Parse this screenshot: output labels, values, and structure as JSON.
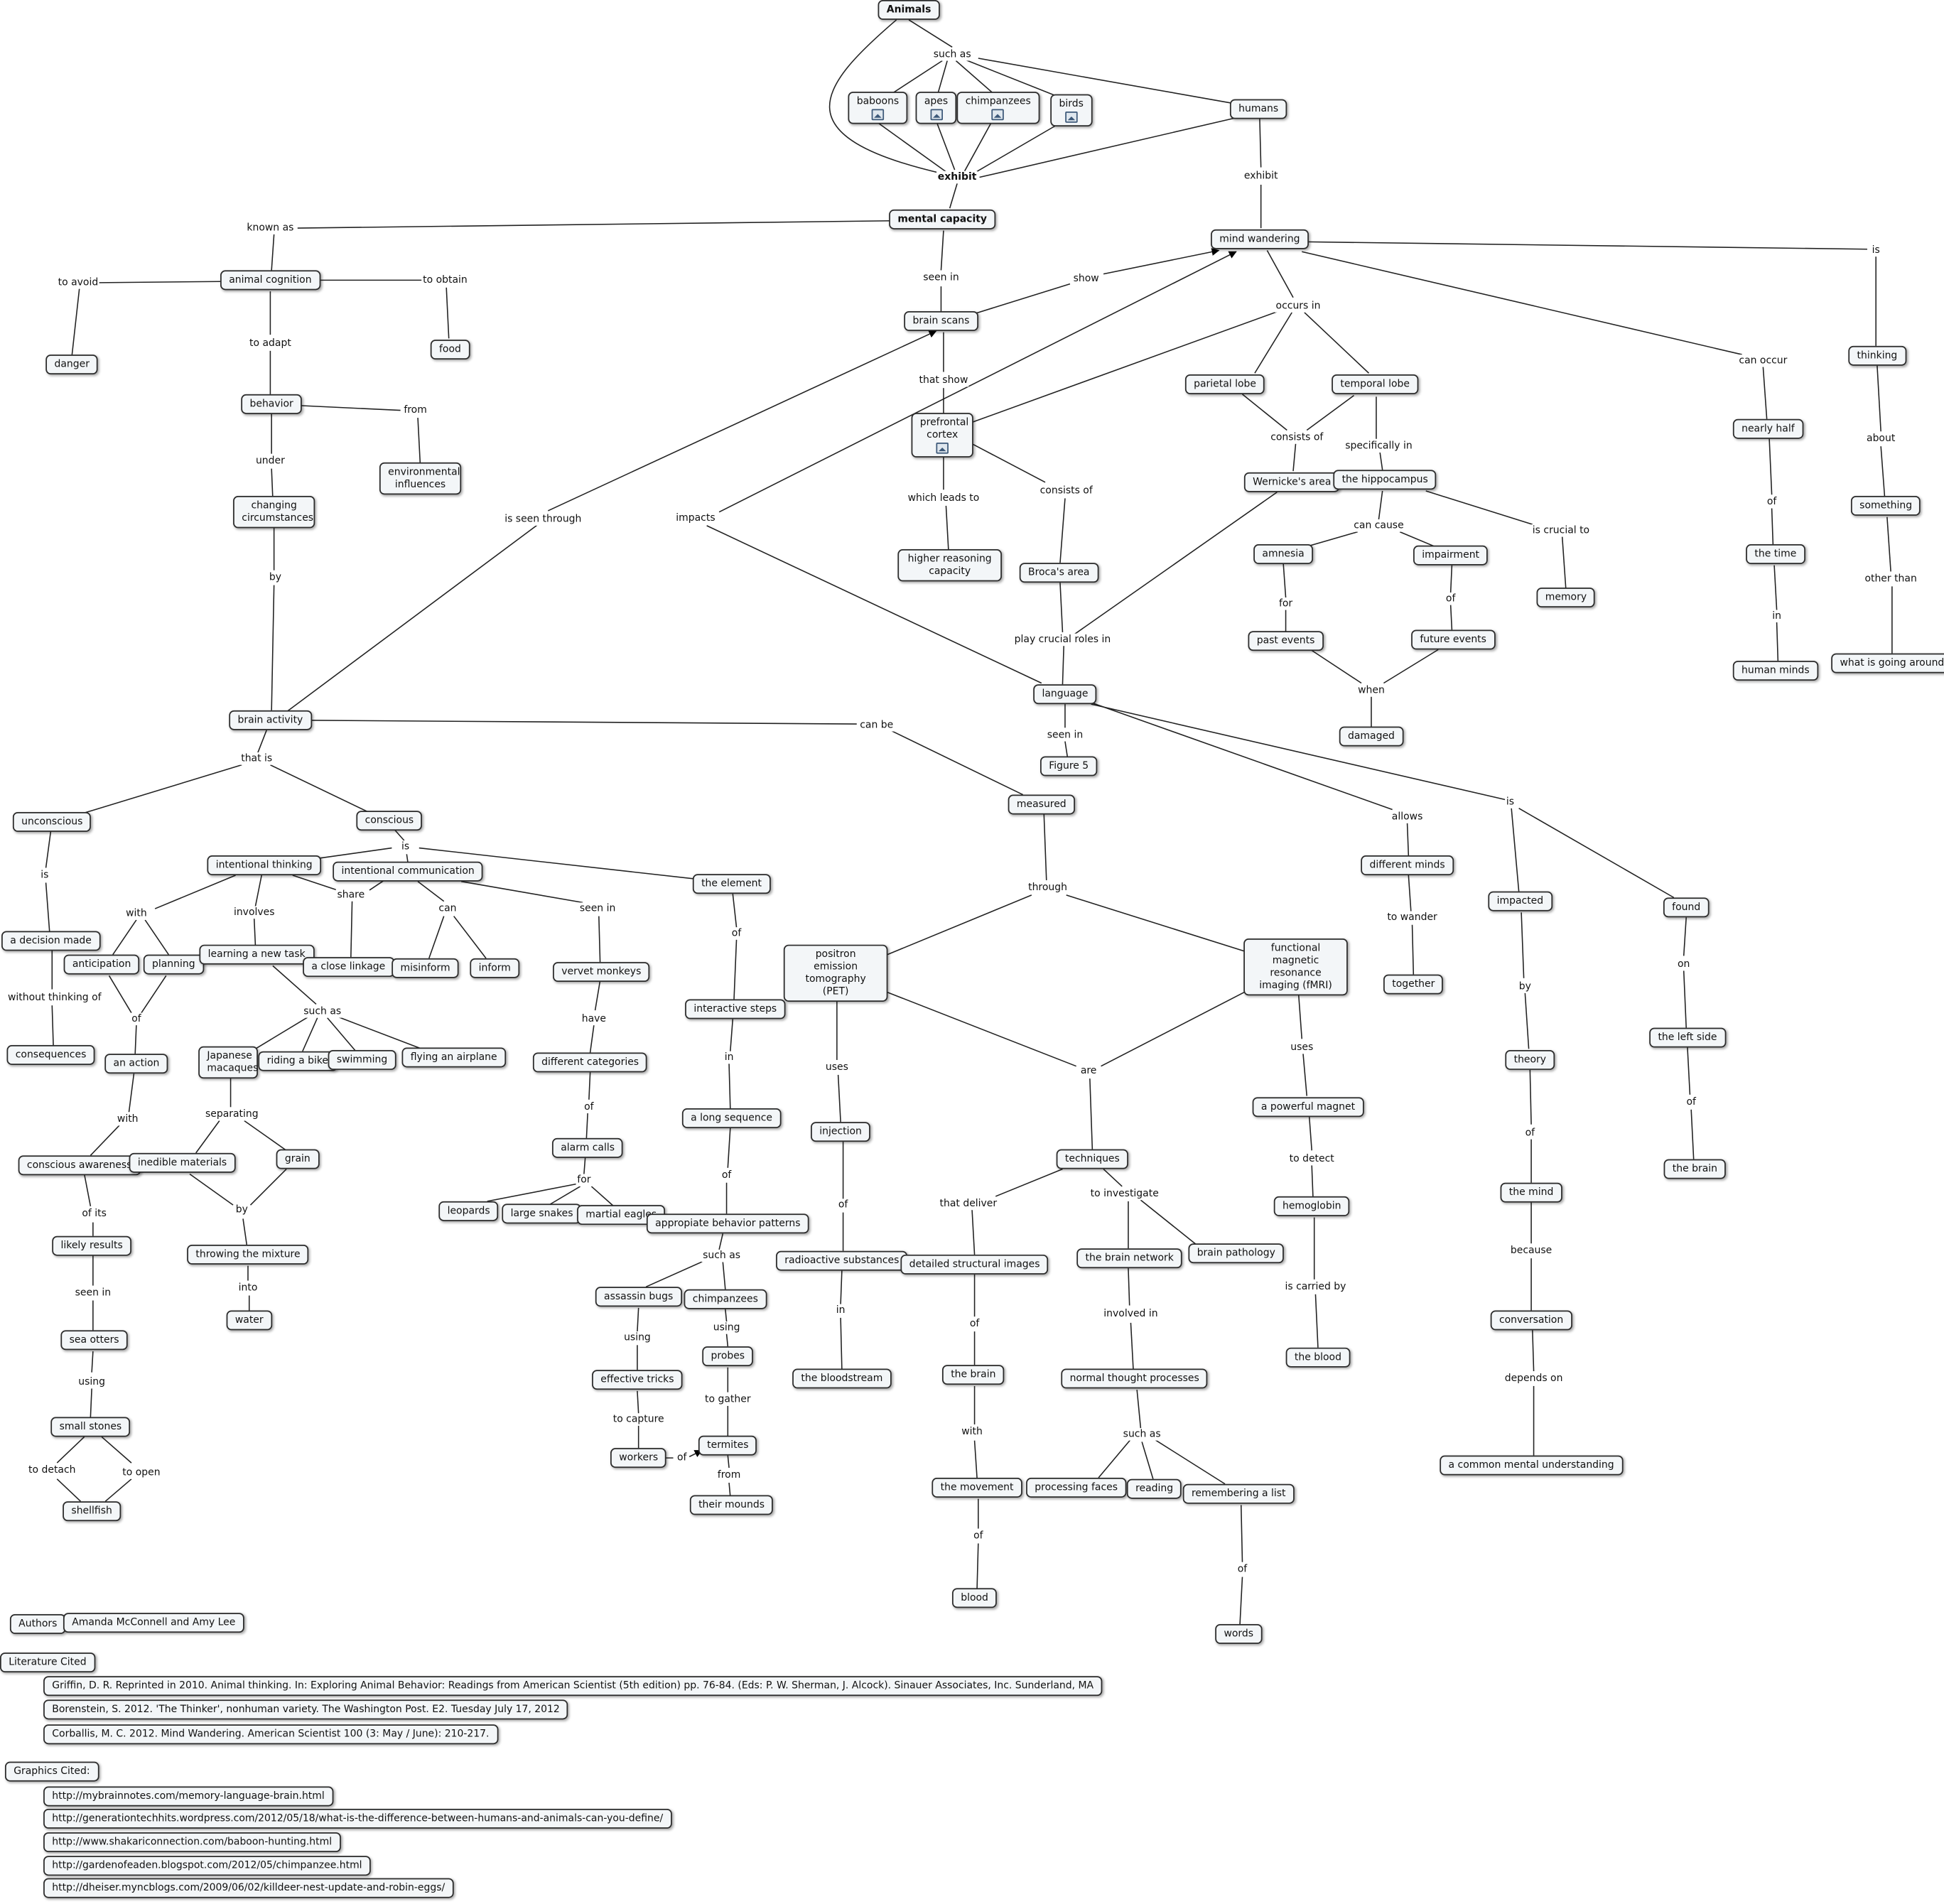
{
  "nodes": {
    "animals": "Animals",
    "baboons": "baboons",
    "apes": "apes",
    "chimpanzees_top": "chimpanzees",
    "birds": "birds",
    "humans": "humans",
    "mental_capacity": "mental capacity",
    "mind_wandering": "mind wandering",
    "animal_cognition": "animal cognition",
    "danger": "danger",
    "food": "food",
    "behavior": "behavior",
    "environmental_influences": "environmental influences",
    "changing_circumstances": "changing circumstances",
    "brain_activity": "brain activity",
    "brain_scans": "brain scans",
    "prefrontal_cortex": "prefrontal cortex",
    "higher_reasoning": "higher reasoning capacity",
    "brocas_area": "Broca's area",
    "parietal_lobe": "parietal lobe",
    "temporal_lobe": "temporal lobe",
    "wernickes_area": "Wernicke's area",
    "hippocampus": "the hippocampus",
    "amnesia": "amnesia",
    "impairment": "impairment",
    "memory": "memory",
    "past_events": "past events",
    "future_events": "future events",
    "damaged": "damaged",
    "language": "language",
    "figure5": "Figure 5",
    "measured": "measured",
    "thinking": "thinking",
    "something": "something",
    "what_is_going_around": "what is going around",
    "nearly_half": "nearly half",
    "the_time": "the time",
    "human_minds": "human minds",
    "unconscious": "unconscious",
    "conscious": "conscious",
    "decision_made": "a decision made",
    "consequences": "consequences",
    "intentional_thinking": "intentional thinking",
    "intentional_communication": "intentional communication",
    "the_element": "the element",
    "anticipation": "anticipation",
    "planning": "planning",
    "learning_task": "learning a new task",
    "close_linkage": "a close linkage",
    "misinform": "misinform",
    "inform": "inform",
    "vervet_monkeys": "vervet monkeys",
    "interactive_steps": "interactive steps",
    "an_action": "an action",
    "japanese_macaques": "Japanese macaques",
    "riding_bike": "riding a bike",
    "swimming": "swimming",
    "flying_airplane": "flying an airplane",
    "different_categories": "different categories",
    "long_sequence": "a long sequence",
    "conscious_awareness": "conscious awareness",
    "inedible_materials": "inedible materials",
    "grain": "grain",
    "alarm_calls": "alarm calls",
    "leopards": "leopards",
    "large_snakes": "large snakes",
    "martial_eagles": "martial eagles",
    "behavior_patterns": "appropiate behavior patterns",
    "likely_results": "likely results",
    "throwing_mixture": "throwing the mixture",
    "water": "water",
    "sea_otters": "sea otters",
    "small_stones": "small stones",
    "shellfish": "shellfish",
    "assassin_bugs": "assassin bugs",
    "chimpanzees_low": "chimpanzees",
    "effective_tricks": "effective tricks",
    "probes": "probes",
    "workers": "workers",
    "termites": "termites",
    "their_mounds": "their mounds",
    "pet": "positron emission tomography (PET)",
    "fmri": "functional magnetic resonance imaging (fMRI)",
    "injection": "injection",
    "radioactive": "radioactive substances",
    "bloodstream": "the bloodstream",
    "techniques": "techniques",
    "detailed_images": "detailed structural images",
    "brain_network": "the brain network",
    "brain_pathology": "brain pathology",
    "the_brain_mid": "the brain",
    "the_movement": "the movement",
    "blood": "blood",
    "normal_processes": "normal thought processes",
    "processing_faces": "processing faces",
    "reading": "reading",
    "remembering_list": "remembering a list",
    "words": "words",
    "powerful_magnet": "a powerful magnet",
    "hemoglobin": "hemoglobin",
    "the_blood": "the blood",
    "different_minds": "different minds",
    "together": "together",
    "impacted": "impacted",
    "theory": "theory",
    "the_mind": "the mind",
    "conversation": "conversation",
    "common_understanding": "a common mental understanding",
    "found": "found",
    "left_side": "the left side",
    "the_brain_right": "the brain"
  },
  "links": {
    "such_as_top": "such as",
    "exhibit_left": "exhibit",
    "exhibit_right": "exhibit",
    "known_as": "known as",
    "to_avoid": "to avoid",
    "to_obtain": "to obtain",
    "to_adapt": "to adapt",
    "from": "from",
    "under": "under",
    "by": "by",
    "seen_in_scans": "seen in",
    "show": "show",
    "that_show": "that show",
    "which_leads_to": "which leads to",
    "consists_of_broca": "consists of",
    "is_seen_through": "is seen through",
    "impacts": "impacts",
    "occurs_in": "occurs in",
    "consists_of_wernicke": "consists of",
    "specifically_in": "specifically in",
    "can_cause": "can cause",
    "is_crucial_to": "is crucial to",
    "for_past": "for",
    "of_future": "of",
    "when": "when",
    "play_crucial_roles": "play crucial roles in",
    "seen_in_fig": "seen in",
    "can_be": "can be",
    "allows": "allows",
    "is_lang": "is",
    "can_occur": "can occur",
    "of_time": "of",
    "in_minds": "in",
    "is_thinking": "is",
    "about": "about",
    "other_than": "other than",
    "that_is": "that is",
    "is_decision": "is",
    "without_thinking": "without thinking of",
    "is_conscious": "is",
    "with_anticipation": "with",
    "involves": "involves",
    "share": "share",
    "can": "can",
    "seen_in_vervet": "seen in",
    "of_action": "of",
    "with_awareness": "with",
    "of_its": "of its",
    "seen_in_otters": "seen in",
    "using_stones": "using",
    "to_detach": "to detach",
    "to_open": "to open",
    "such_as_task": "such as",
    "separating": "separating",
    "by_throwing": "by",
    "into": "into",
    "have": "have",
    "of_alarm": "of",
    "for_predators": "for",
    "of_element": "of",
    "in_sequence": "in",
    "of_patterns": "of",
    "such_as_bugs": "such as",
    "using_tricks": "using",
    "using_probes": "using",
    "to_capture": "to capture",
    "to_gather": "to gather",
    "of_workers": "of",
    "from_mounds": "from",
    "through": "through",
    "uses_pet": "uses",
    "of_radioactive": "of",
    "in_bloodstream": "in",
    "are": "are",
    "that_deliver": "that deliver",
    "to_investigate": "to investigate",
    "of_brain": "of",
    "with_movement": "with",
    "of_blood": "of",
    "involved_in": "involved in",
    "such_as_processes": "such as",
    "of_words": "of",
    "uses_fmri": "uses",
    "to_detect": "to detect",
    "is_carried_by": "is carried by",
    "to_wander": "to wander",
    "by_theory": "by",
    "of_mind": "of",
    "because": "because",
    "depends_on": "depends on",
    "on": "on",
    "of_left": "of"
  },
  "credits": {
    "authors_label": "Authors",
    "authors": "Amanda McConnell and Amy Lee",
    "literature_label": "Literature Cited",
    "lit": [
      "Griffin, D. R. Reprinted in 2010. Animal thinking. In: Exploring Animal Behavior: Readings from American Scientist (5th edition) pp. 76-84. (Eds: P. W. Sherman, J. Alcock). Sinauer Associates, Inc. Sunderland, MA",
      "Borenstein, S. 2012. 'The Thinker', nonhuman variety. The Washington Post. E2. Tuesday July 17, 2012",
      "Corballis, M. C. 2012. Mind Wandering. American Scientist 100 (3: May / June): 210-217."
    ],
    "graphics_label": "Graphics Cited:",
    "graphics": [
      " http://mybrainnotes.com/memory-language-brain.html",
      "http://generationtechhits.wordpress.com/2012/05/18/what-is-the-difference-between-humans-and-animals-can-you-define/",
      "http://www.shakariconnection.com/baboon-hunting.html",
      "http://gardenofeaden.blogspot.com/2012/05/chimpanzee.html",
      "http://dheiser.myncblogs.com/2009/06/02/killdeer-nest-update-and-robin-eggs/"
    ]
  }
}
